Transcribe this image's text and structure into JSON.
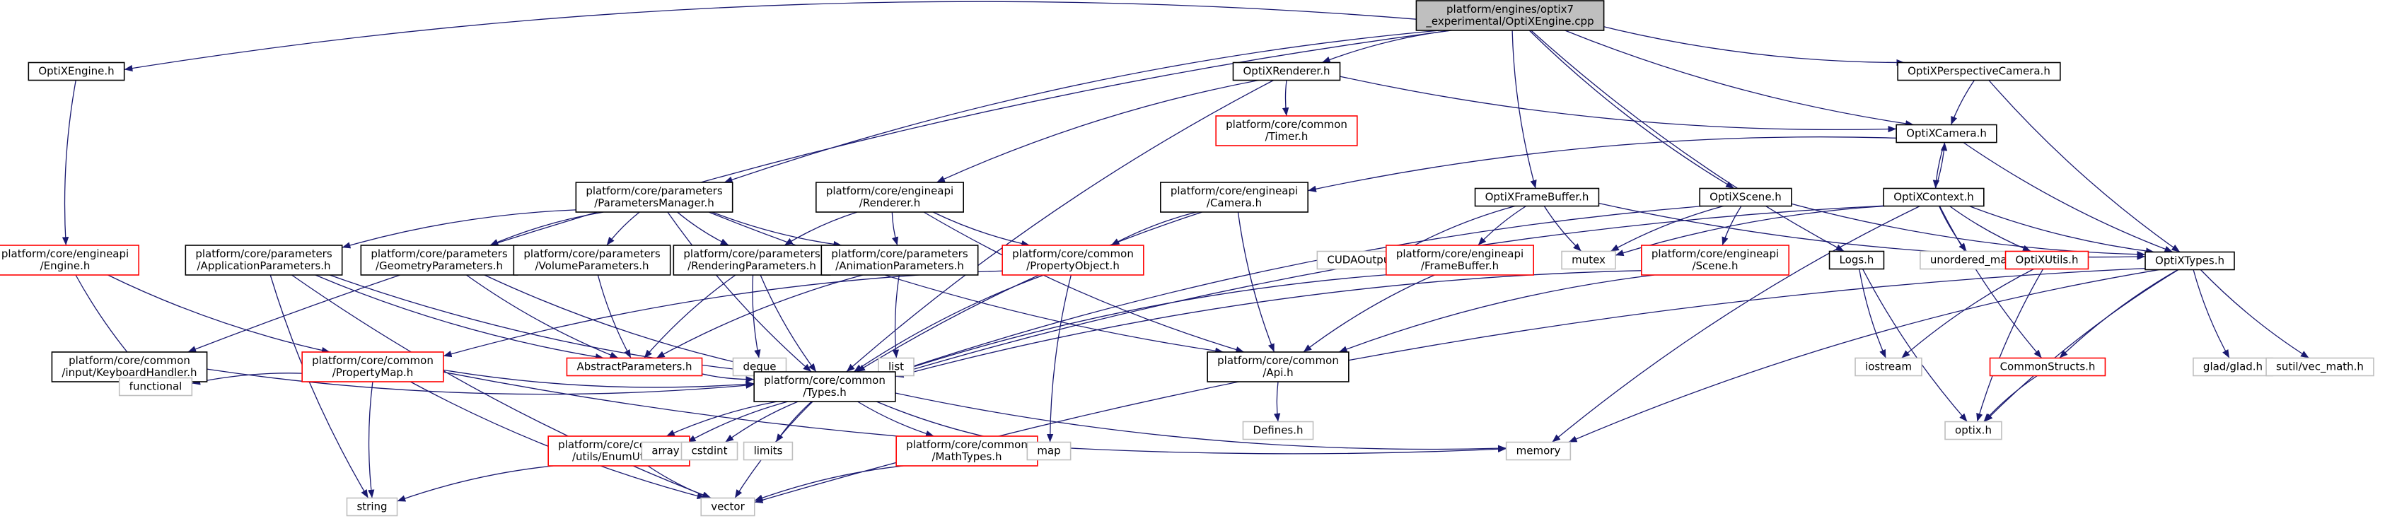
{
  "colors": {
    "edge": "#191970",
    "root_fill": "#bfbfbf",
    "default_border": "#000000",
    "external_border": "#bfbfbf",
    "truncated_border": "#ff0000",
    "text": "#000000"
  },
  "nodes": [
    {
      "id": "root",
      "lines": [
        "platform/engines/optix7",
        "_experimental/OptiXEngine.cpp"
      ],
      "style": "root"
    },
    {
      "id": "optixengine_h",
      "lines": [
        "OptiXEngine.h"
      ],
      "style": "default"
    },
    {
      "id": "engine_h",
      "lines": [
        "platform/core/engineapi",
        "/Engine.h"
      ],
      "style": "truncated"
    },
    {
      "id": "keyboard",
      "lines": [
        "platform/core/common",
        "/input/KeyboardHandler.h"
      ],
      "style": "default"
    },
    {
      "id": "functional",
      "lines": [
        "functional"
      ],
      "style": "external"
    },
    {
      "id": "optixrenderer",
      "lines": [
        "OptiXRenderer.h"
      ],
      "style": "default"
    },
    {
      "id": "timer",
      "lines": [
        "platform/core/common",
        "/Timer.h"
      ],
      "style": "truncated"
    },
    {
      "id": "optixcamera",
      "lines": [
        "OptiXCamera.h"
      ],
      "style": "default"
    },
    {
      "id": "perspcam",
      "lines": [
        "OptiXPerspectiveCamera.h"
      ],
      "style": "default"
    },
    {
      "id": "paramsmgr",
      "lines": [
        "platform/core/parameters",
        "/ParametersManager.h"
      ],
      "style": "default"
    },
    {
      "id": "renderer_h",
      "lines": [
        "platform/core/engineapi",
        "/Renderer.h"
      ],
      "style": "default"
    },
    {
      "id": "camera_h",
      "lines": [
        "platform/core/engineapi",
        "/Camera.h"
      ],
      "style": "default"
    },
    {
      "id": "framebuffer",
      "lines": [
        "OptiXFrameBuffer.h"
      ],
      "style": "default"
    },
    {
      "id": "scene",
      "lines": [
        "OptiXScene.h"
      ],
      "style": "default"
    },
    {
      "id": "context",
      "lines": [
        "OptiXContext.h"
      ],
      "style": "default"
    },
    {
      "id": "types",
      "lines": [
        "OptiXTypes.h"
      ],
      "style": "default"
    },
    {
      "id": "appparams",
      "lines": [
        "platform/core/parameters",
        "/ApplicationParameters.h"
      ],
      "style": "default"
    },
    {
      "id": "geoparams",
      "lines": [
        "platform/core/parameters",
        "/GeometryParameters.h"
      ],
      "style": "default"
    },
    {
      "id": "volparams",
      "lines": [
        "platform/core/parameters",
        "/VolumeParameters.h"
      ],
      "style": "default"
    },
    {
      "id": "rendparams",
      "lines": [
        "platform/core/parameters",
        "/RenderingParameters.h"
      ],
      "style": "default"
    },
    {
      "id": "animparams",
      "lines": [
        "platform/core/parameters",
        "/AnimationParameters.h"
      ],
      "style": "default"
    },
    {
      "id": "propobj",
      "lines": [
        "platform/core/common",
        "/PropertyObject.h"
      ],
      "style": "truncated"
    },
    {
      "id": "cudaout",
      "lines": [
        "CUDAOutputBuffer.h"
      ],
      "style": "external"
    },
    {
      "id": "eng_fb",
      "lines": [
        "platform/core/engineapi",
        "/FrameBuffer.h"
      ],
      "style": "truncated"
    },
    {
      "id": "mutex",
      "lines": [
        "mutex"
      ],
      "style": "external"
    },
    {
      "id": "eng_scene",
      "lines": [
        "platform/core/engineapi",
        "/Scene.h"
      ],
      "style": "truncated"
    },
    {
      "id": "logs",
      "lines": [
        "Logs.h"
      ],
      "style": "default"
    },
    {
      "id": "unordered_map",
      "lines": [
        "unordered_map"
      ],
      "style": "external"
    },
    {
      "id": "optixutils",
      "lines": [
        "OptiXUtils.h"
      ],
      "style": "truncated"
    },
    {
      "id": "propmap",
      "lines": [
        "platform/core/common",
        "/PropertyMap.h"
      ],
      "style": "truncated"
    },
    {
      "id": "abstractparams",
      "lines": [
        "AbstractParameters.h"
      ],
      "style": "truncated"
    },
    {
      "id": "deque",
      "lines": [
        "deque"
      ],
      "style": "external"
    },
    {
      "id": "list",
      "lines": [
        "list"
      ],
      "style": "external"
    },
    {
      "id": "api",
      "lines": [
        "platform/core/common",
        "/Api.h"
      ],
      "style": "default"
    },
    {
      "id": "iostream",
      "lines": [
        "iostream"
      ],
      "style": "external"
    },
    {
      "id": "commonstructs",
      "lines": [
        "CommonStructs.h"
      ],
      "style": "truncated"
    },
    {
      "id": "glad",
      "lines": [
        "glad/glad.h"
      ],
      "style": "external"
    },
    {
      "id": "vecmath",
      "lines": [
        "sutil/vec_math.h"
      ],
      "style": "external"
    },
    {
      "id": "ctypes",
      "lines": [
        "platform/core/common",
        "/Types.h"
      ],
      "style": "default"
    },
    {
      "id": "defines",
      "lines": [
        "Defines.h"
      ],
      "style": "external"
    },
    {
      "id": "optix_h",
      "lines": [
        "optix.h"
      ],
      "style": "external"
    },
    {
      "id": "enumutils",
      "lines": [
        "platform/core/common",
        "/utils/EnumUtils.h"
      ],
      "style": "truncated"
    },
    {
      "id": "array",
      "lines": [
        "array"
      ],
      "style": "external"
    },
    {
      "id": "cstdint",
      "lines": [
        "cstdint"
      ],
      "style": "external"
    },
    {
      "id": "limits",
      "lines": [
        "limits"
      ],
      "style": "external"
    },
    {
      "id": "mathtypes",
      "lines": [
        "platform/core/common",
        "/MathTypes.h"
      ],
      "style": "truncated"
    },
    {
      "id": "map",
      "lines": [
        "map"
      ],
      "style": "external"
    },
    {
      "id": "memory",
      "lines": [
        "memory"
      ],
      "style": "external"
    },
    {
      "id": "string",
      "lines": [
        "string"
      ],
      "style": "external"
    },
    {
      "id": "vector",
      "lines": [
        "vector"
      ],
      "style": "external"
    }
  ],
  "edges": [
    [
      "root",
      "optixengine_h"
    ],
    [
      "root",
      "keyboard"
    ],
    [
      "root",
      "optixrenderer"
    ],
    [
      "root",
      "optixcamera"
    ],
    [
      "root",
      "perspcam"
    ],
    [
      "root",
      "paramsmgr"
    ],
    [
      "root",
      "framebuffer"
    ],
    [
      "root",
      "scene"
    ],
    [
      "root",
      "logs"
    ],
    [
      "optixengine_h",
      "engine_h"
    ],
    [
      "engine_h",
      "functional"
    ],
    [
      "engine_h",
      "propmap"
    ],
    [
      "keyboard",
      "functional"
    ],
    [
      "keyboard",
      "ctypes"
    ],
    [
      "optixrenderer",
      "timer"
    ],
    [
      "optixrenderer",
      "optixcamera"
    ],
    [
      "optixrenderer",
      "renderer_h"
    ],
    [
      "optixrenderer",
      "ctypes"
    ],
    [
      "perspcam",
      "optixcamera"
    ],
    [
      "perspcam",
      "types"
    ],
    [
      "optixcamera",
      "camera_h"
    ],
    [
      "optixcamera",
      "context"
    ],
    [
      "optixcamera",
      "types"
    ],
    [
      "paramsmgr",
      "appparams"
    ],
    [
      "paramsmgr",
      "geoparams"
    ],
    [
      "paramsmgr",
      "volparams"
    ],
    [
      "paramsmgr",
      "rendparams"
    ],
    [
      "paramsmgr",
      "animparams"
    ],
    [
      "paramsmgr",
      "api"
    ],
    [
      "paramsmgr",
      "ctypes"
    ],
    [
      "renderer_h",
      "rendparams"
    ],
    [
      "renderer_h",
      "animparams"
    ],
    [
      "renderer_h",
      "propobj"
    ],
    [
      "renderer_h",
      "api"
    ],
    [
      "camera_h",
      "propobj"
    ],
    [
      "camera_h",
      "api"
    ],
    [
      "camera_h",
      "ctypes"
    ],
    [
      "framebuffer",
      "cudaout"
    ],
    [
      "framebuffer",
      "eng_fb"
    ],
    [
      "framebuffer",
      "mutex"
    ],
    [
      "framebuffer",
      "types"
    ],
    [
      "scene",
      "eng_scene"
    ],
    [
      "scene",
      "mutex"
    ],
    [
      "scene",
      "types"
    ],
    [
      "scene",
      "ctypes"
    ],
    [
      "context",
      "optixcamera"
    ],
    [
      "context",
      "types"
    ],
    [
      "context",
      "mutex"
    ],
    [
      "context",
      "unordered_map"
    ],
    [
      "context",
      "optixutils"
    ],
    [
      "context",
      "commonstructs"
    ],
    [
      "context",
      "memory"
    ],
    [
      "context",
      "ctypes"
    ],
    [
      "types",
      "commonstructs"
    ],
    [
      "types",
      "glad"
    ],
    [
      "types",
      "vecmath"
    ],
    [
      "types",
      "optix_h"
    ],
    [
      "types",
      "memory"
    ],
    [
      "types",
      "vector"
    ],
    [
      "appparams",
      "abstractparams"
    ],
    [
      "appparams",
      "string"
    ],
    [
      "appparams",
      "vector"
    ],
    [
      "appparams",
      "ctypes"
    ],
    [
      "geoparams",
      "abstractparams"
    ],
    [
      "geoparams",
      "ctypes"
    ],
    [
      "volparams",
      "abstractparams"
    ],
    [
      "rendparams",
      "abstractparams"
    ],
    [
      "rendparams",
      "deque"
    ],
    [
      "rendparams",
      "ctypes"
    ],
    [
      "animparams",
      "abstractparams"
    ],
    [
      "animparams",
      "list"
    ],
    [
      "propobj",
      "propmap"
    ],
    [
      "propobj",
      "map"
    ],
    [
      "propobj",
      "ctypes"
    ],
    [
      "eng_fb",
      "api"
    ],
    [
      "eng_fb",
      "ctypes"
    ],
    [
      "eng_scene",
      "api"
    ],
    [
      "eng_scene",
      "ctypes"
    ],
    [
      "logs",
      "iostream"
    ],
    [
      "logs",
      "optix_h"
    ],
    [
      "optixutils",
      "iostream"
    ],
    [
      "optixutils",
      "optix_h"
    ],
    [
      "propmap",
      "functional"
    ],
    [
      "propmap",
      "string"
    ],
    [
      "propmap",
      "vector"
    ],
    [
      "propmap",
      "memory"
    ],
    [
      "propmap",
      "ctypes"
    ],
    [
      "abstractparams",
      "ctypes"
    ],
    [
      "api",
      "defines"
    ],
    [
      "commonstructs",
      "optix_h"
    ],
    [
      "ctypes",
      "enumutils"
    ],
    [
      "ctypes",
      "array"
    ],
    [
      "ctypes",
      "cstdint"
    ],
    [
      "ctypes",
      "limits"
    ],
    [
      "ctypes",
      "mathtypes"
    ],
    [
      "ctypes",
      "map"
    ],
    [
      "ctypes",
      "memory"
    ],
    [
      "ctypes",
      "vector"
    ],
    [
      "enumutils",
      "string"
    ],
    [
      "enumutils",
      "vector"
    ],
    [
      "mathtypes",
      "vector"
    ]
  ]
}
